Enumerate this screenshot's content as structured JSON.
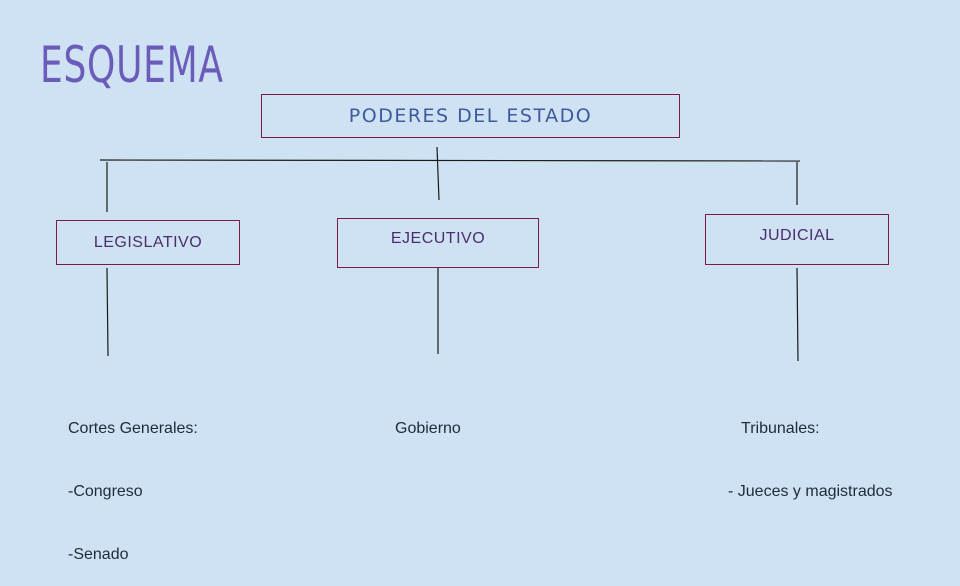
{
  "title": "ESQUEMA",
  "root": {
    "label": "PODERES DEL ESTADO"
  },
  "branches": [
    {
      "label": "LEGISLATIVO",
      "details": [
        "Cortes Generales:",
        "-Congreso",
        "-Senado"
      ]
    },
    {
      "label": "EJECUTIVO",
      "details": [
        "Gobierno"
      ]
    },
    {
      "label": "JUDICIAL",
      "details": [
        "   Tribunales:",
        "- Jueces y magistrados"
      ]
    }
  ],
  "colors": {
    "background": "#cfe2f3",
    "title": "#6a5cb8",
    "box_border": "#7a1c4a",
    "root_text": "#3f5a9c",
    "box_text": "#4a2d6b",
    "connector": "#1a1a1a"
  }
}
